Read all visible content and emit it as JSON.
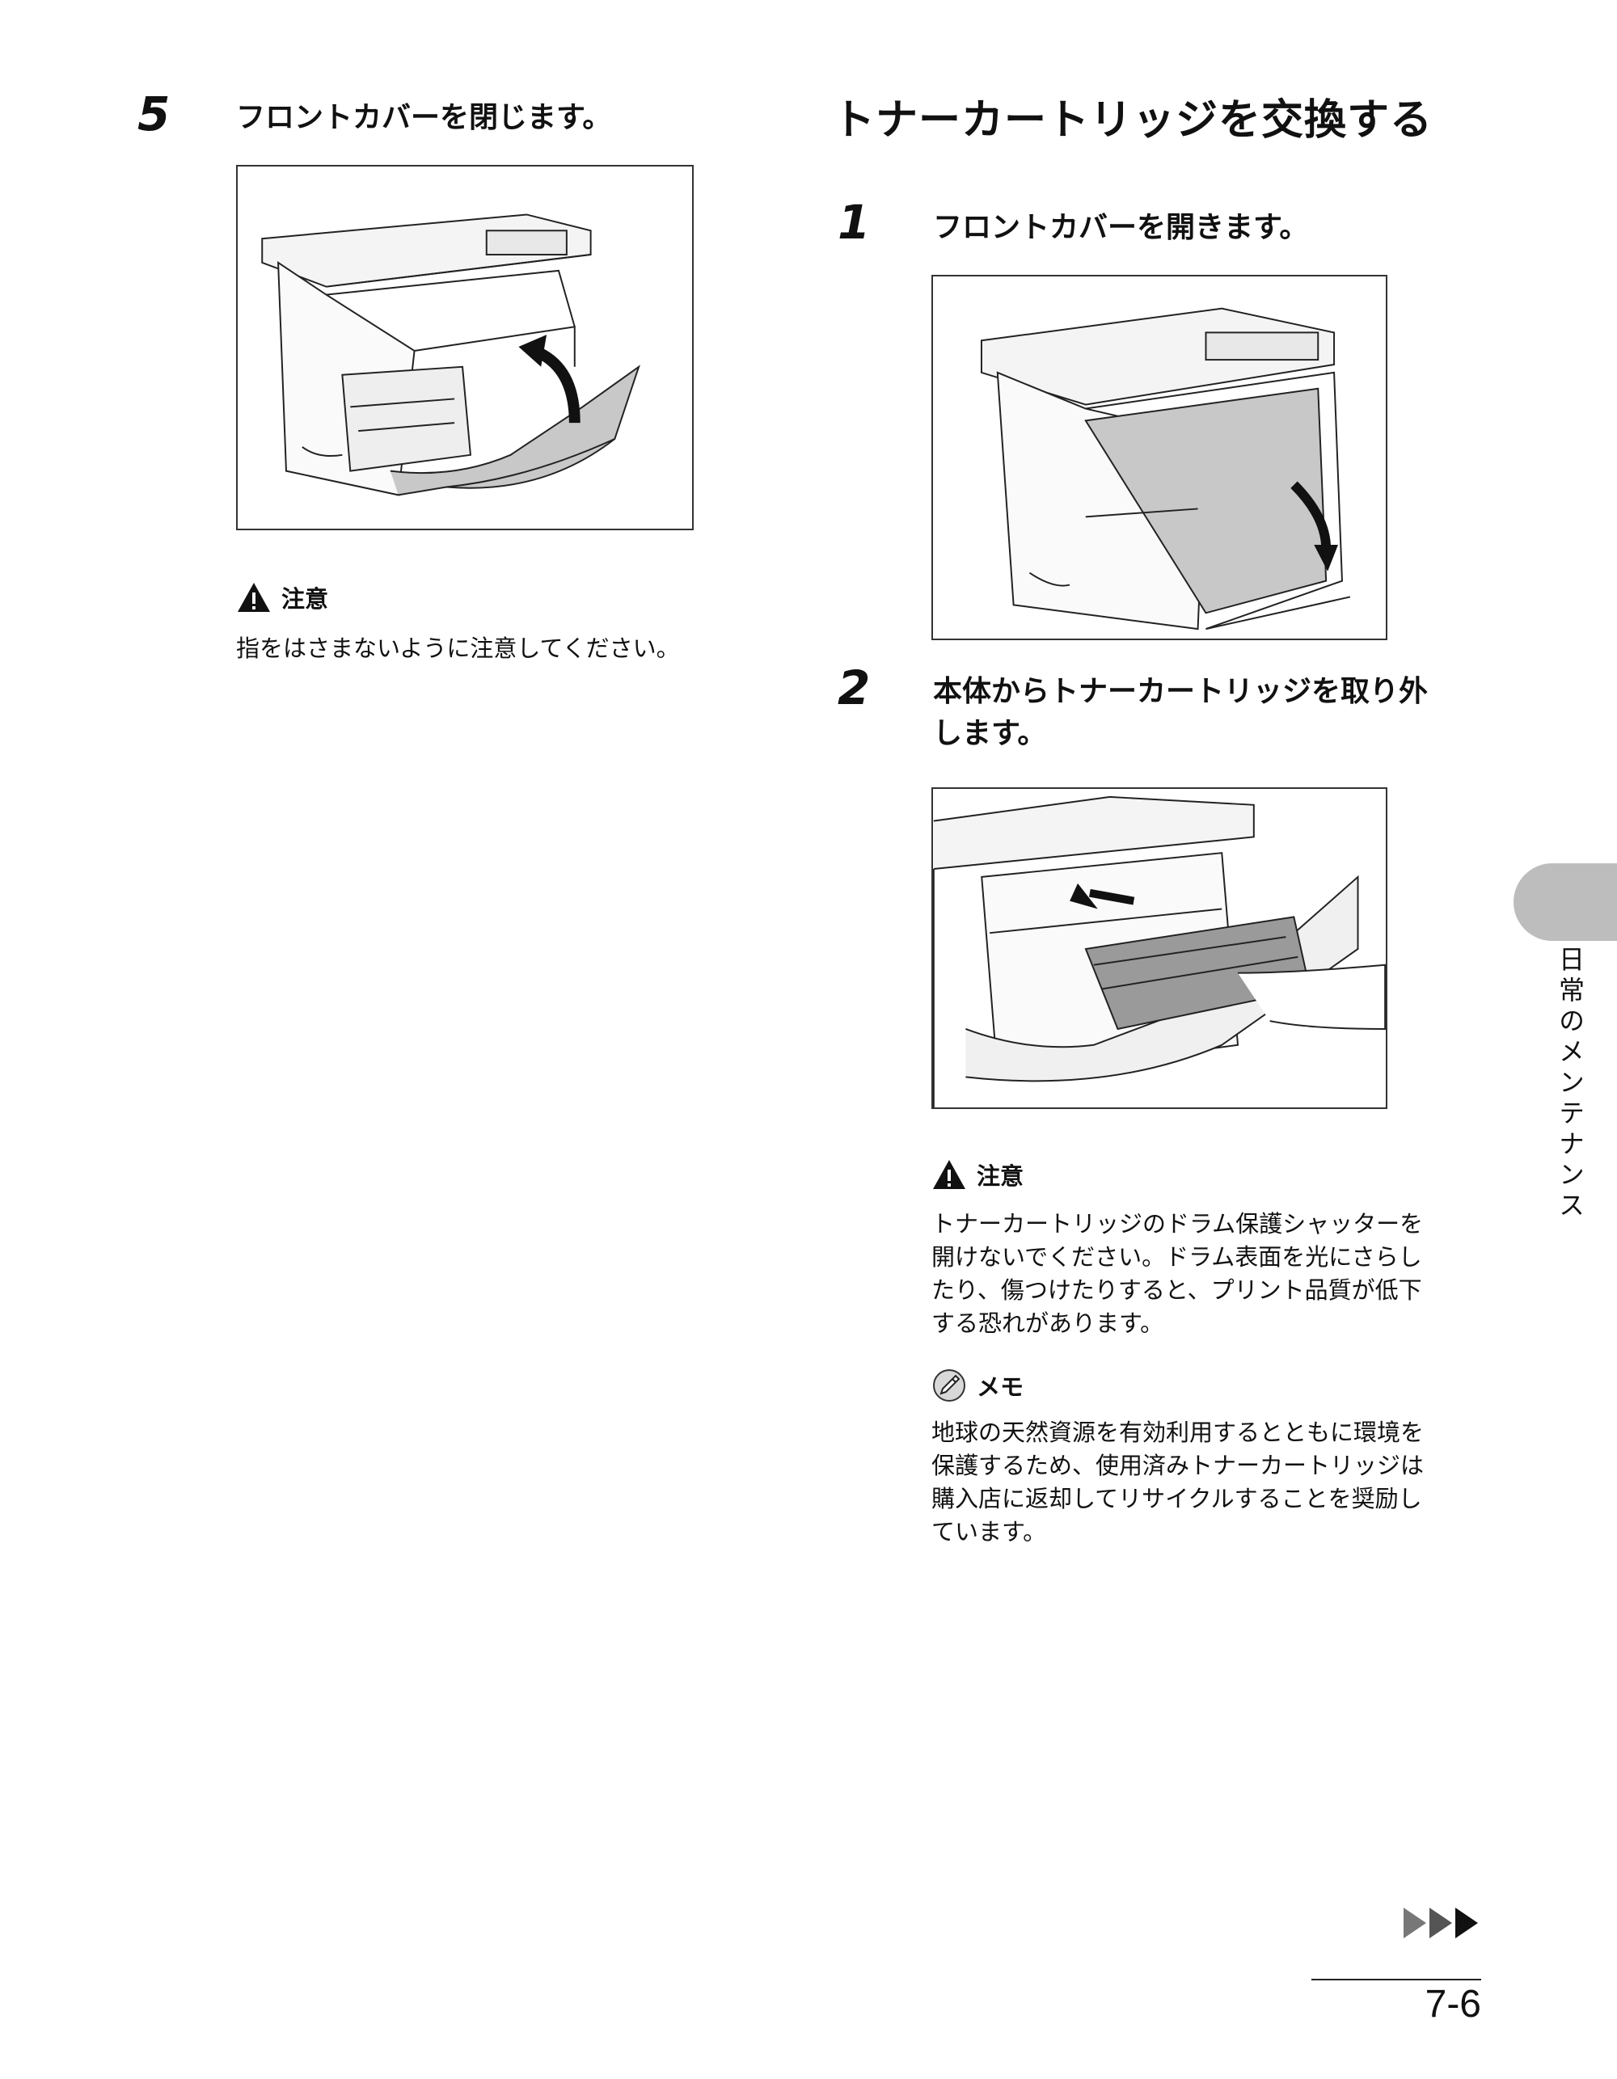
{
  "left": {
    "step5": {
      "number": "5",
      "text": "フロントカバーを閉じます。"
    },
    "caution": {
      "heading": "注意",
      "body": "指をはさまないように注意してください。"
    }
  },
  "right": {
    "section_title": "トナーカートリッジを交換する",
    "step1": {
      "number": "1",
      "text": "フロントカバーを開きます。"
    },
    "step2": {
      "number": "2",
      "text_line1": "本体からトナーカートリッジを取り外",
      "text_line2": "します。"
    },
    "caution": {
      "heading": "注意",
      "lines": [
        "トナーカートリッジのドラム保護シャッターを",
        "開けないでください。ドラム表面を光にさらし",
        "たり、傷つけたりすると、プリント品質が低下",
        "する恐れがあります。"
      ]
    },
    "memo": {
      "heading": "メモ",
      "lines": [
        "地球の天然資源を有効利用するとともに環境を",
        "保護するため、使用済みトナーカートリッジは",
        "購入店に返却してリサイクルすることを奨励し",
        "ています。"
      ]
    }
  },
  "side_tab": {
    "label": "日常のメンテナンス"
  },
  "footer": {
    "page_number": "7-6"
  },
  "icons": {
    "warning": "warning-triangle-icon",
    "memo": "pencil-memo-icon",
    "next": "next-page-arrows-icon"
  },
  "colors": {
    "tab": "#bdbdbd",
    "cover_shade": "#c8c8c8"
  }
}
